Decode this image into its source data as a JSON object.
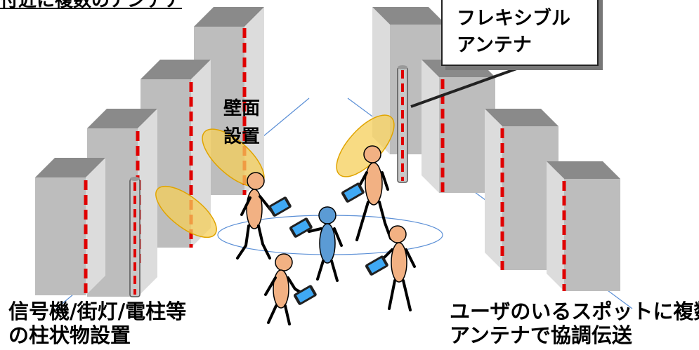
{
  "labels": {
    "top_cut": "付近に複数のアンテナ",
    "wall_line1": "壁面",
    "wall_line2": "設置",
    "flexible_line1": "フレキシブル",
    "flexible_line2": "アンテナ",
    "pole_line1": "信号機/街灯/電柱等",
    "pole_line2": "の柱状物設置",
    "user_line1": "ユーザのいるスポットに複数",
    "user_line2": "アンテナで協調伝送"
  },
  "colors": {
    "building_front": "#bdbdbd",
    "building_side": "#dcdcdc",
    "building_top": "#8a8a8a",
    "antenna_dash": "#e00000",
    "coverage_fill": "#f6cf5a",
    "coverage_stroke": "#e0a400",
    "person_skin": "#f2b183",
    "person_user": "#5b9bd5",
    "phone_body": "#202020",
    "phone_screen": "#3fa9f5",
    "ground_line": "#5b8fd6"
  }
}
